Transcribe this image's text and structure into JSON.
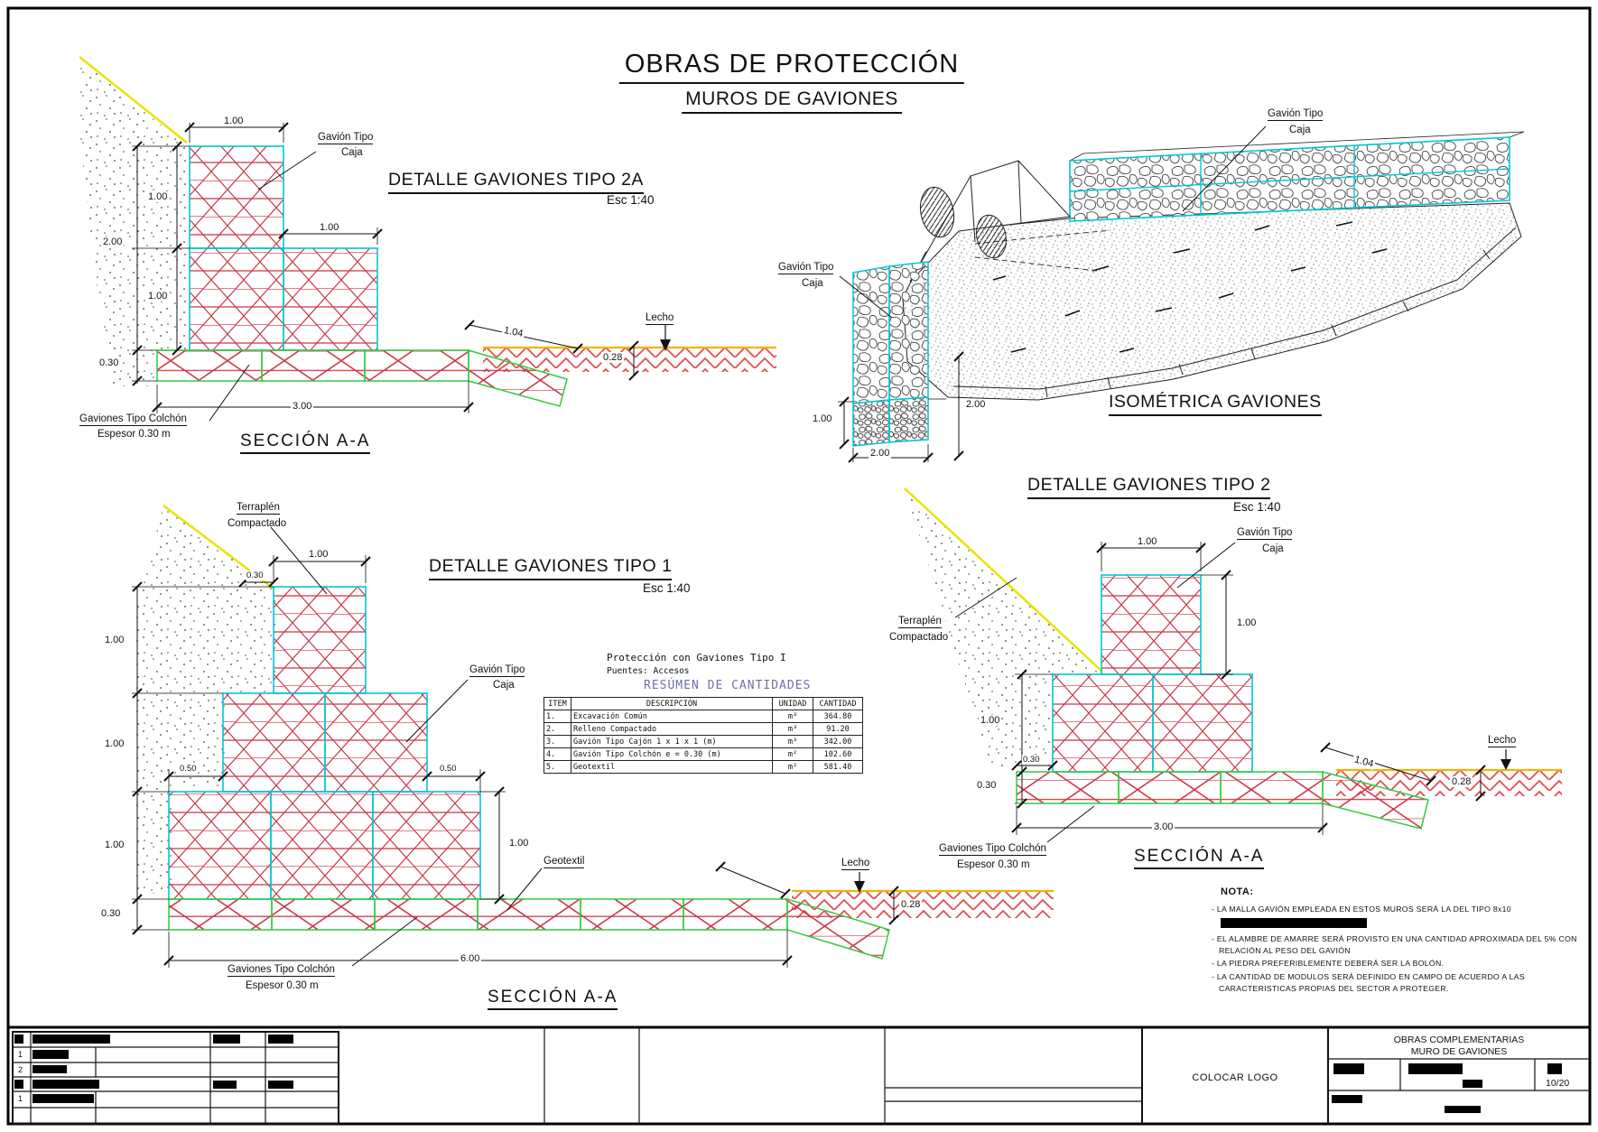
{
  "sheet": {
    "title": "OBRAS DE PROTECCIÓN",
    "subtitle": "MUROS DE GAVIONES"
  },
  "detail_2a": {
    "title": "DETALLE GAVIONES TIPO 2A",
    "scale": "Esc 1:40",
    "section_title": "SECCIÓN A-A",
    "label_gavion_tipo": "Gavión Tipo",
    "label_caja": "Caja",
    "label_colchon_1": "Gaviones Tipo Colchón",
    "label_colchon_2": "Espesor 0.30 m",
    "label_lecho": "Lecho",
    "dims": {
      "w_top": "1.00",
      "w_mid": "1.00",
      "h_top": "1.00",
      "h_total": "2.00",
      "h_bottom": "1.00",
      "h_mattress": "0.30",
      "w_base": "3.00",
      "apron": "1.04",
      "bed": "0.28"
    }
  },
  "isometric": {
    "title": "ISOMÉTRICA GAVIONES",
    "label_gavion_tipo_right_1": "Gavión Tipo",
    "label_gavion_tipo_right_2": "Caja",
    "label_gavion_tipo_left_1": "Gavión Tipo",
    "label_gavion_tipo_left_2": "Caja",
    "dims": {
      "d1": "1.00",
      "d2": "2.00",
      "d3": "2.00"
    }
  },
  "detail_1": {
    "title": "DETALLE GAVIONES TIPO 1",
    "scale": "Esc 1:40",
    "section_title": "SECCIÓN A-A",
    "label_terraplen_1": "Terraplén",
    "label_terraplen_2": "Compactado",
    "label_gavion_tipo": "Gavión Tipo",
    "label_caja": "Caja",
    "label_geotextil": "Geotextil",
    "label_colchon_1": "Gaviones Tipo Colchón",
    "label_colchon_2": "Espesor 0.30 m",
    "label_lecho": "Lecho",
    "dims": {
      "w_top": "1.00",
      "setback": "0.30",
      "h1": "1.00",
      "h2": "1.00",
      "h3": "1.00",
      "h_mattress": "0.30",
      "o_left": "0.50",
      "o_right": "0.50",
      "h_right": "1.00",
      "w_base": "6.00",
      "bed": "0.28"
    }
  },
  "quantities": {
    "line1": "Protección con Gaviones Tipo I",
    "line2": "Puentes: Accesos",
    "title": "RESÚMEN DE CANTIDADES",
    "headers": [
      "ITEM",
      "DESCRIPCIÓN",
      "UNIDAD",
      "CANTIDAD"
    ],
    "rows": [
      [
        "1.",
        "Excavación Común",
        "m³",
        "364.80"
      ],
      [
        "2.",
        "Relleno Compactado",
        "m³",
        "91.20"
      ],
      [
        "3.",
        "Gavión Tipo Cajón 1 x 1 x 1 (m)",
        "m³",
        "342.00"
      ],
      [
        "4.",
        "Gavión Tipo Colchón e = 0.30 (m)",
        "m²",
        "102.60"
      ],
      [
        "5.",
        "Geotextil",
        "m²",
        "581.40"
      ]
    ]
  },
  "detail_2": {
    "title": "DETALLE GAVIONES TIPO 2",
    "scale": "Esc 1:40",
    "section_title": "SECCIÓN A-A",
    "label_terraplen_1": "Terraplén",
    "label_terraplen_2": "Compactado",
    "label_gavion_tipo": "Gavión Tipo",
    "label_caja": "Caja",
    "label_colchon_1": "Gaviones Tipo Colchón",
    "label_colchon_2": "Espesor 0.30 m",
    "label_lecho": "Lecho",
    "dims": {
      "w_top": "1.00",
      "h_top": "1.00",
      "h_mid": "1.00",
      "setback": "0.30",
      "h_mattress": "0.30",
      "w_base": "3.00",
      "apron": "1.04",
      "bed": "0.28"
    }
  },
  "nota": {
    "title": "NOTA:",
    "items": [
      "- LA MALLA GAVIÓN EMPLEADA EN ESTOS MUROS SERÁ LA DEL TIPO 8x10",
      "- EL ALAMBRE DE AMARRE SERÁ PROVISTO EN UNA CANTIDAD APROXIMADA DEL 5% CON RELACIÓN AL PESO DEL GAVIÓN",
      "- LA PIEDRA PREFERIBLEMENTE DEBERÁ SER LA BOLÓN.",
      "- LA CANTIDAD DE MODULOS SERÁ DEFINIDO EN CAMPO DE ACUERDO A LAS CARACTERISTICAS PROPIAS DEL SECTOR A PROTEGER."
    ]
  },
  "titleblock": {
    "logo_placeholder": "COLOCAR LOGO",
    "project_line1": "OBRAS COMPLEMENTARIAS",
    "project_line2": "MURO DE GAVIONES",
    "sheet_number": "10/20",
    "rev_numbers": [
      "1",
      "2",
      "1"
    ]
  },
  "colors": {
    "mesh_red": "#cc3344",
    "edge_cyan": "#00c8d2",
    "edge_green": "#2ecc40",
    "slope_yellow": "#e6e600",
    "bed_orange": "#f0b400",
    "resumen_blue": "#6f6fae"
  }
}
